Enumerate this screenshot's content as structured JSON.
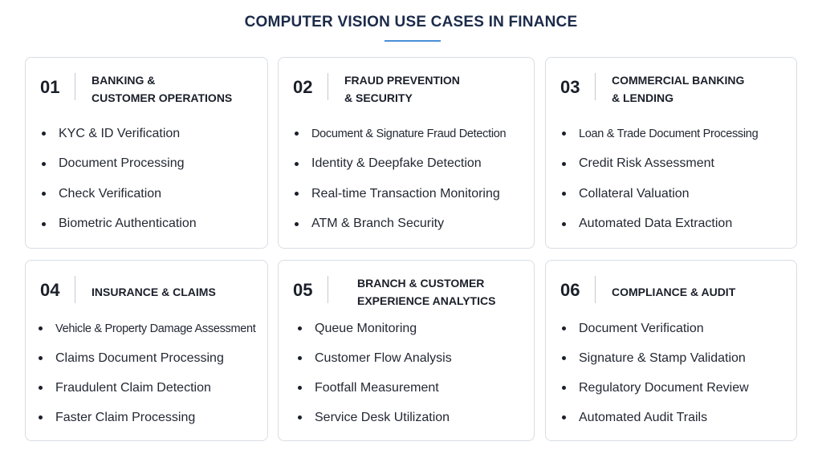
{
  "title": "COMPUTER VISION USE CASES IN FINANCE",
  "cards": [
    {
      "number": "01",
      "title": "BANKING &\nCUSTOMER OPERATIONS",
      "items": [
        "KYC & ID Verification",
        "Document Processing",
        "Check Verification",
        "Biometric Authentication"
      ]
    },
    {
      "number": "02",
      "title": "FRAUD PREVENTION\n& SECURITY",
      "items": [
        "Document & Signature Fraud Detection",
        "Identity & Deepfake Detection",
        "Real-time Transaction Monitoring",
        "ATM & Branch Security"
      ]
    },
    {
      "number": "03",
      "title": "COMMERCIAL BANKING\n& LENDING",
      "items": [
        "Loan & Trade Document Processing",
        "Credit Risk Assessment",
        "Collateral Valuation",
        "Automated Data Extraction"
      ]
    },
    {
      "number": "04",
      "title": "INSURANCE & CLAIMS",
      "items": [
        "Vehicle & Property Damage Assessment",
        "Claims Document Processing",
        "Fraudulent Claim Detection",
        "Faster Claim Processing"
      ]
    },
    {
      "number": "05",
      "title": "BRANCH & CUSTOMER\nEXPERIENCE ANALYTICS",
      "items": [
        "Queue Monitoring",
        "Customer Flow Analysis",
        "Footfall Measurement",
        "Service Desk Utilization"
      ]
    },
    {
      "number": "06",
      "title": "COMPLIANCE & AUDIT",
      "items": [
        "Document Verification",
        "Signature & Stamp Validation",
        "Regulatory Document Review",
        "Automated Audit Trails"
      ]
    }
  ]
}
